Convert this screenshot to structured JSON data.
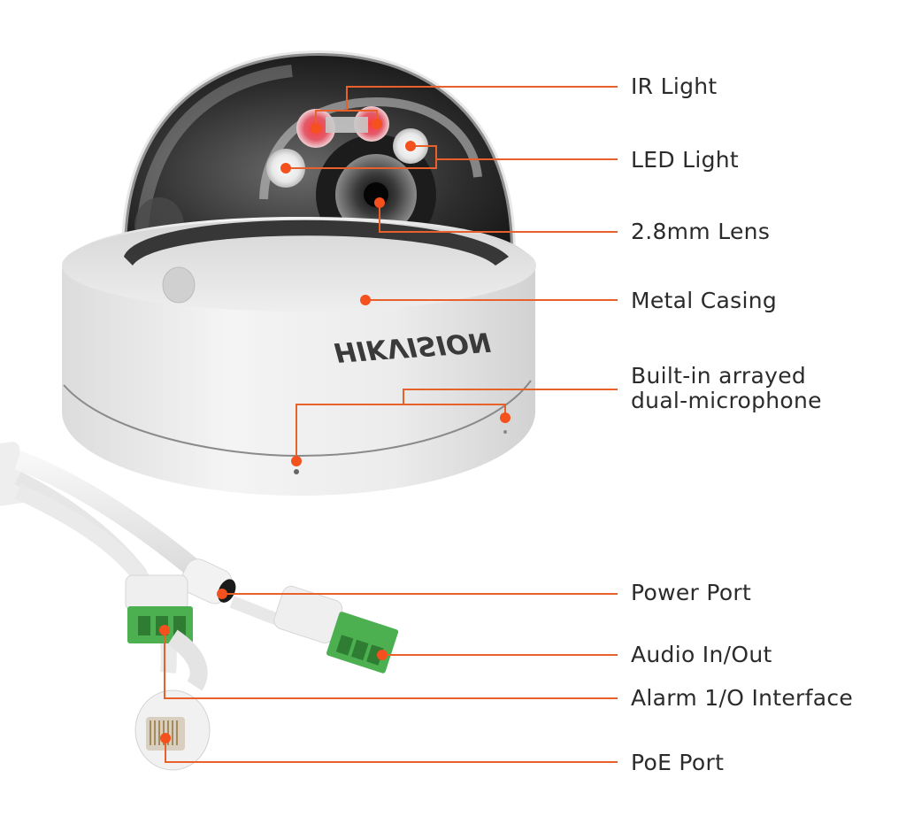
{
  "accent_color": "#f4511e",
  "line_color": "#e8602a",
  "text_color": "#2b2b2b",
  "product": {
    "brand_logo_text": "HIKVISION",
    "type": "dome camera"
  },
  "callouts": [
    {
      "id": "ir-light",
      "label": "IR Light",
      "dots": [
        [
          357,
          145
        ],
        [
          426,
          140
        ]
      ]
    },
    {
      "id": "led-light",
      "label": "LED Light",
      "dots": [
        [
          323,
          190
        ],
        [
          464,
          165
        ]
      ]
    },
    {
      "id": "lens",
      "label": "2.8mm Lens",
      "dots": [
        [
          429,
          229
        ]
      ]
    },
    {
      "id": "metal-casing",
      "label": "Metal Casing",
      "dots": [
        [
          413,
          339
        ]
      ]
    },
    {
      "id": "microphone",
      "label_lines": [
        "Built-in arrayed",
        "dual-microphone"
      ],
      "dots": [
        [
          335,
          521
        ],
        [
          571,
          472
        ]
      ]
    },
    {
      "id": "power-port",
      "label": "Power Port",
      "dots": [
        [
          251,
          671
        ]
      ]
    },
    {
      "id": "audio-io",
      "label": "Audio In/Out",
      "dots": [
        [
          432,
          740
        ]
      ]
    },
    {
      "id": "alarm-io",
      "label": "Alarm 1/O Interface",
      "dots": [
        [
          186,
          712
        ]
      ]
    },
    {
      "id": "poe-port",
      "label": "PoE Port",
      "dots": [
        [
          187,
          834
        ]
      ]
    }
  ]
}
